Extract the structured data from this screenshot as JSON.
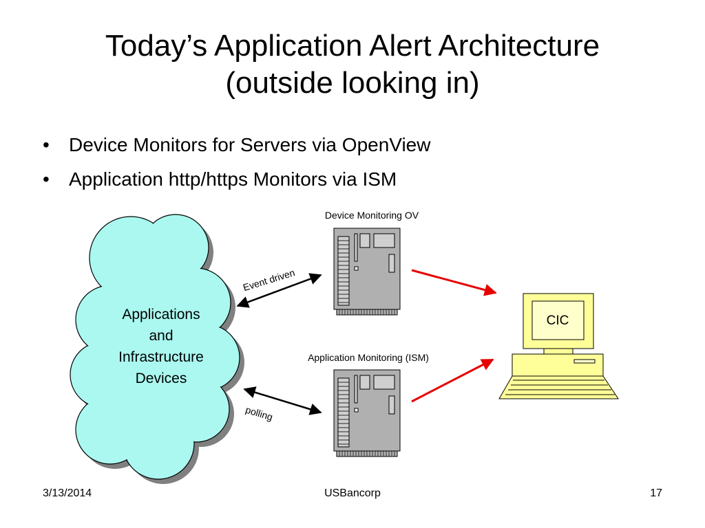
{
  "slide": {
    "title_line1": "Today’s Application Alert Architecture",
    "title_line2": "(outside looking in)",
    "bullets": [
      "Device Monitors for Servers via OpenView",
      "Application http/https Monitors via ISM"
    ]
  },
  "diagram": {
    "cloud": {
      "line1": "Applications",
      "line2": "and",
      "line3": "Infrastructure",
      "line4": "Devices",
      "fill_color": "#aaf8f0"
    },
    "server_top_label": "Device Monitoring OV",
    "server_bottom_label": "Application Monitoring (ISM)",
    "arrow_top_label": "Event driven",
    "arrow_bottom_label": "polling",
    "computer_label": "CIC",
    "computer_color": "#ffff99",
    "alert_arrow_color": "#e60000",
    "server_color": "#b0b0b0"
  },
  "footer": {
    "date": "3/13/2014",
    "org": "USBancorp",
    "page": "17"
  }
}
